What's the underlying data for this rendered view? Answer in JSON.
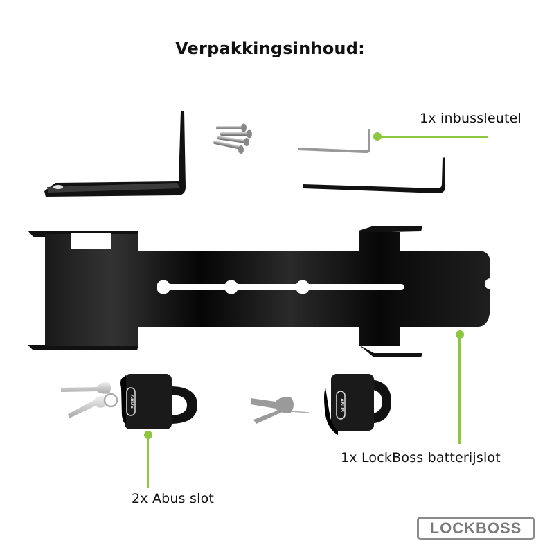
{
  "title": "Verpakkingsinhoud:",
  "labels": {
    "allen_key": "1x inbussleutel",
    "battery_lock": "1x LockBoss batterijslot",
    "abus_locks": "2x Abus slot"
  },
  "brand": {
    "logo_text": "LOCKBOSS"
  },
  "padlock_brand": "ABUS",
  "colors": {
    "accent": "#8dc63f",
    "logo_gray": "#7a7a7a",
    "metal_black": "#0d0d0d"
  },
  "items": [
    {
      "name": "L-bracket",
      "icon": "l-bracket-icon"
    },
    {
      "name": "Screws (4x)",
      "icon": "screw-icon"
    },
    {
      "name": "Allen key (small)",
      "icon": "allen-key-icon"
    },
    {
      "name": "Allen key (large)",
      "icon": "allen-key-icon"
    },
    {
      "name": "Battery lock bracket",
      "icon": "battery-lock-bracket-icon"
    },
    {
      "name": "Padlock with keys",
      "icon": "padlock-icon"
    },
    {
      "name": "Padlock with keys",
      "icon": "padlock-icon"
    }
  ]
}
